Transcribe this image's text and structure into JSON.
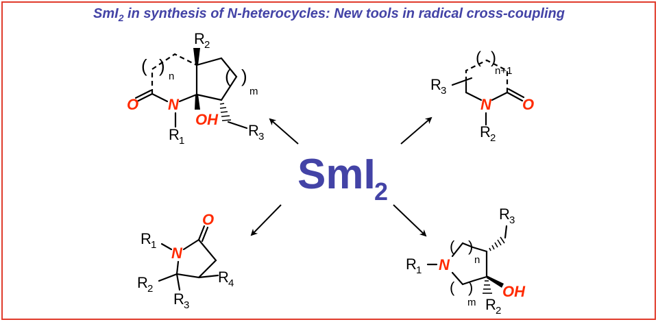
{
  "title": {
    "part1": "SmI",
    "sub": "2",
    "part2": " in synthesis of N-heterocycles: New tools in radical cross-coupling"
  },
  "center_reagent": {
    "main": "SmI",
    "sub": "2"
  },
  "colors": {
    "title": "#4343a6",
    "heteroatom": "#ff2a00",
    "border": "#e03a2a"
  },
  "top_left": {
    "R2": "2",
    "R1": "1",
    "R3": "3",
    "O": "O",
    "N": "N",
    "OH": "OH",
    "n": "n",
    "m": "m",
    "R": "R"
  },
  "top_right": {
    "R3": "3",
    "R2": "2",
    "O": "O",
    "N": "N",
    "n": "n+1",
    "R": "R"
  },
  "bottom_left": {
    "R1": "1",
    "R2": "2",
    "R3": "3",
    "R4": "4",
    "O": "O",
    "N": "N",
    "R": "R"
  },
  "bottom_right": {
    "R1": "1",
    "R2": "2",
    "R3": "3",
    "N": "N",
    "OH": "OH",
    "n": "n",
    "m": "m",
    "R": "R"
  }
}
